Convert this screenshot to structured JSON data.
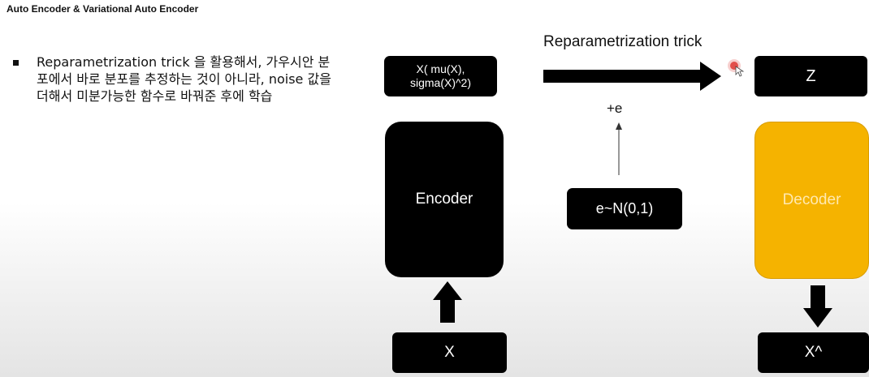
{
  "slide": {
    "title": "Auto Encoder & Variational Auto Encoder",
    "bullet": "Reparametrization trick 을 활용해서, 가우시안 분포에서 바로 분포를 추정하는 것이 아니라, noise 값을 더해서 미분가능한 함수로 바꿔준 후에 학습"
  },
  "diagram": {
    "mu_sigma_label": "X( mu(X), sigma(X)^2)",
    "reparam_label": "Reparametrization trick",
    "z_label": "Z",
    "plus_e_label": "+e",
    "encoder_label": "Encoder",
    "decoder_label": "Decoder",
    "noise_label": "e~N(0,1)",
    "x_label": "X",
    "xhat_label": "X^"
  },
  "colors": {
    "box": "#000000",
    "decoder": "#f5b300",
    "decoder_text": "#ffe9b0",
    "pointer": "#e0403c"
  },
  "icons": [
    "bullet-square-icon",
    "pointer-cursor-icon"
  ]
}
